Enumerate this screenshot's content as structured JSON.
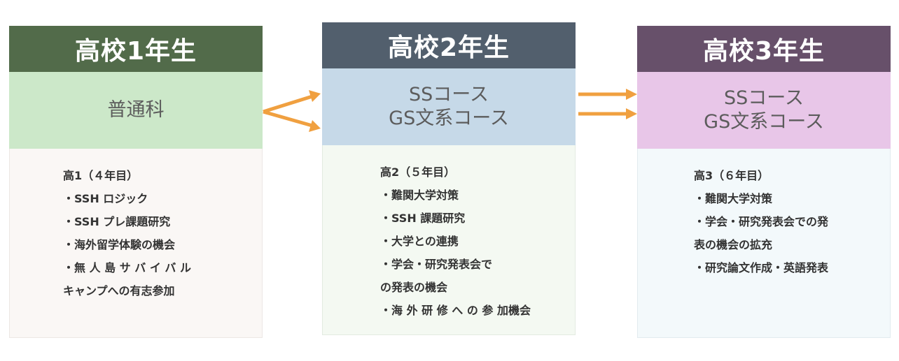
{
  "columns": [
    {
      "title": "高校1年生",
      "course_lines": [
        "普通科"
      ],
      "items": [
        "高1（４年目）",
        "・SSH ロジック",
        "・SSH プレ課題研究",
        "・海外留学体験の機会",
        "・無 人 島 サ バ イ バ ル",
        "キャンプへの有志参加"
      ]
    },
    {
      "title": "高校2年生",
      "course_lines": [
        "SSコース",
        "GS文系コース"
      ],
      "items": [
        "高2（５年目）",
        "・難関大学対策",
        "・SSH 課題研究",
        "・大学との連携",
        "・学会・研究発表会で",
        "の発表の機会",
        "・海 外 研 修 へ の 参 加機会"
      ]
    },
    {
      "title": "高校3年生",
      "course_lines": [
        "SSコース",
        "GS文系コース"
      ],
      "items": [
        "高3（６年目）",
        "・難関大学対策",
        "・学会・研究発表会での発",
        "表の機会の拡充",
        "・研究論文作成・英語発表"
      ]
    }
  ],
  "colors": {
    "arrow": "#f0a040",
    "header_year1": "#526b4a",
    "header_year2": "#525f6d",
    "header_year3": "#67506a",
    "course_year1": "#cce8c9",
    "course_year2": "#c6d9e8",
    "course_year3": "#e8c6e8"
  }
}
